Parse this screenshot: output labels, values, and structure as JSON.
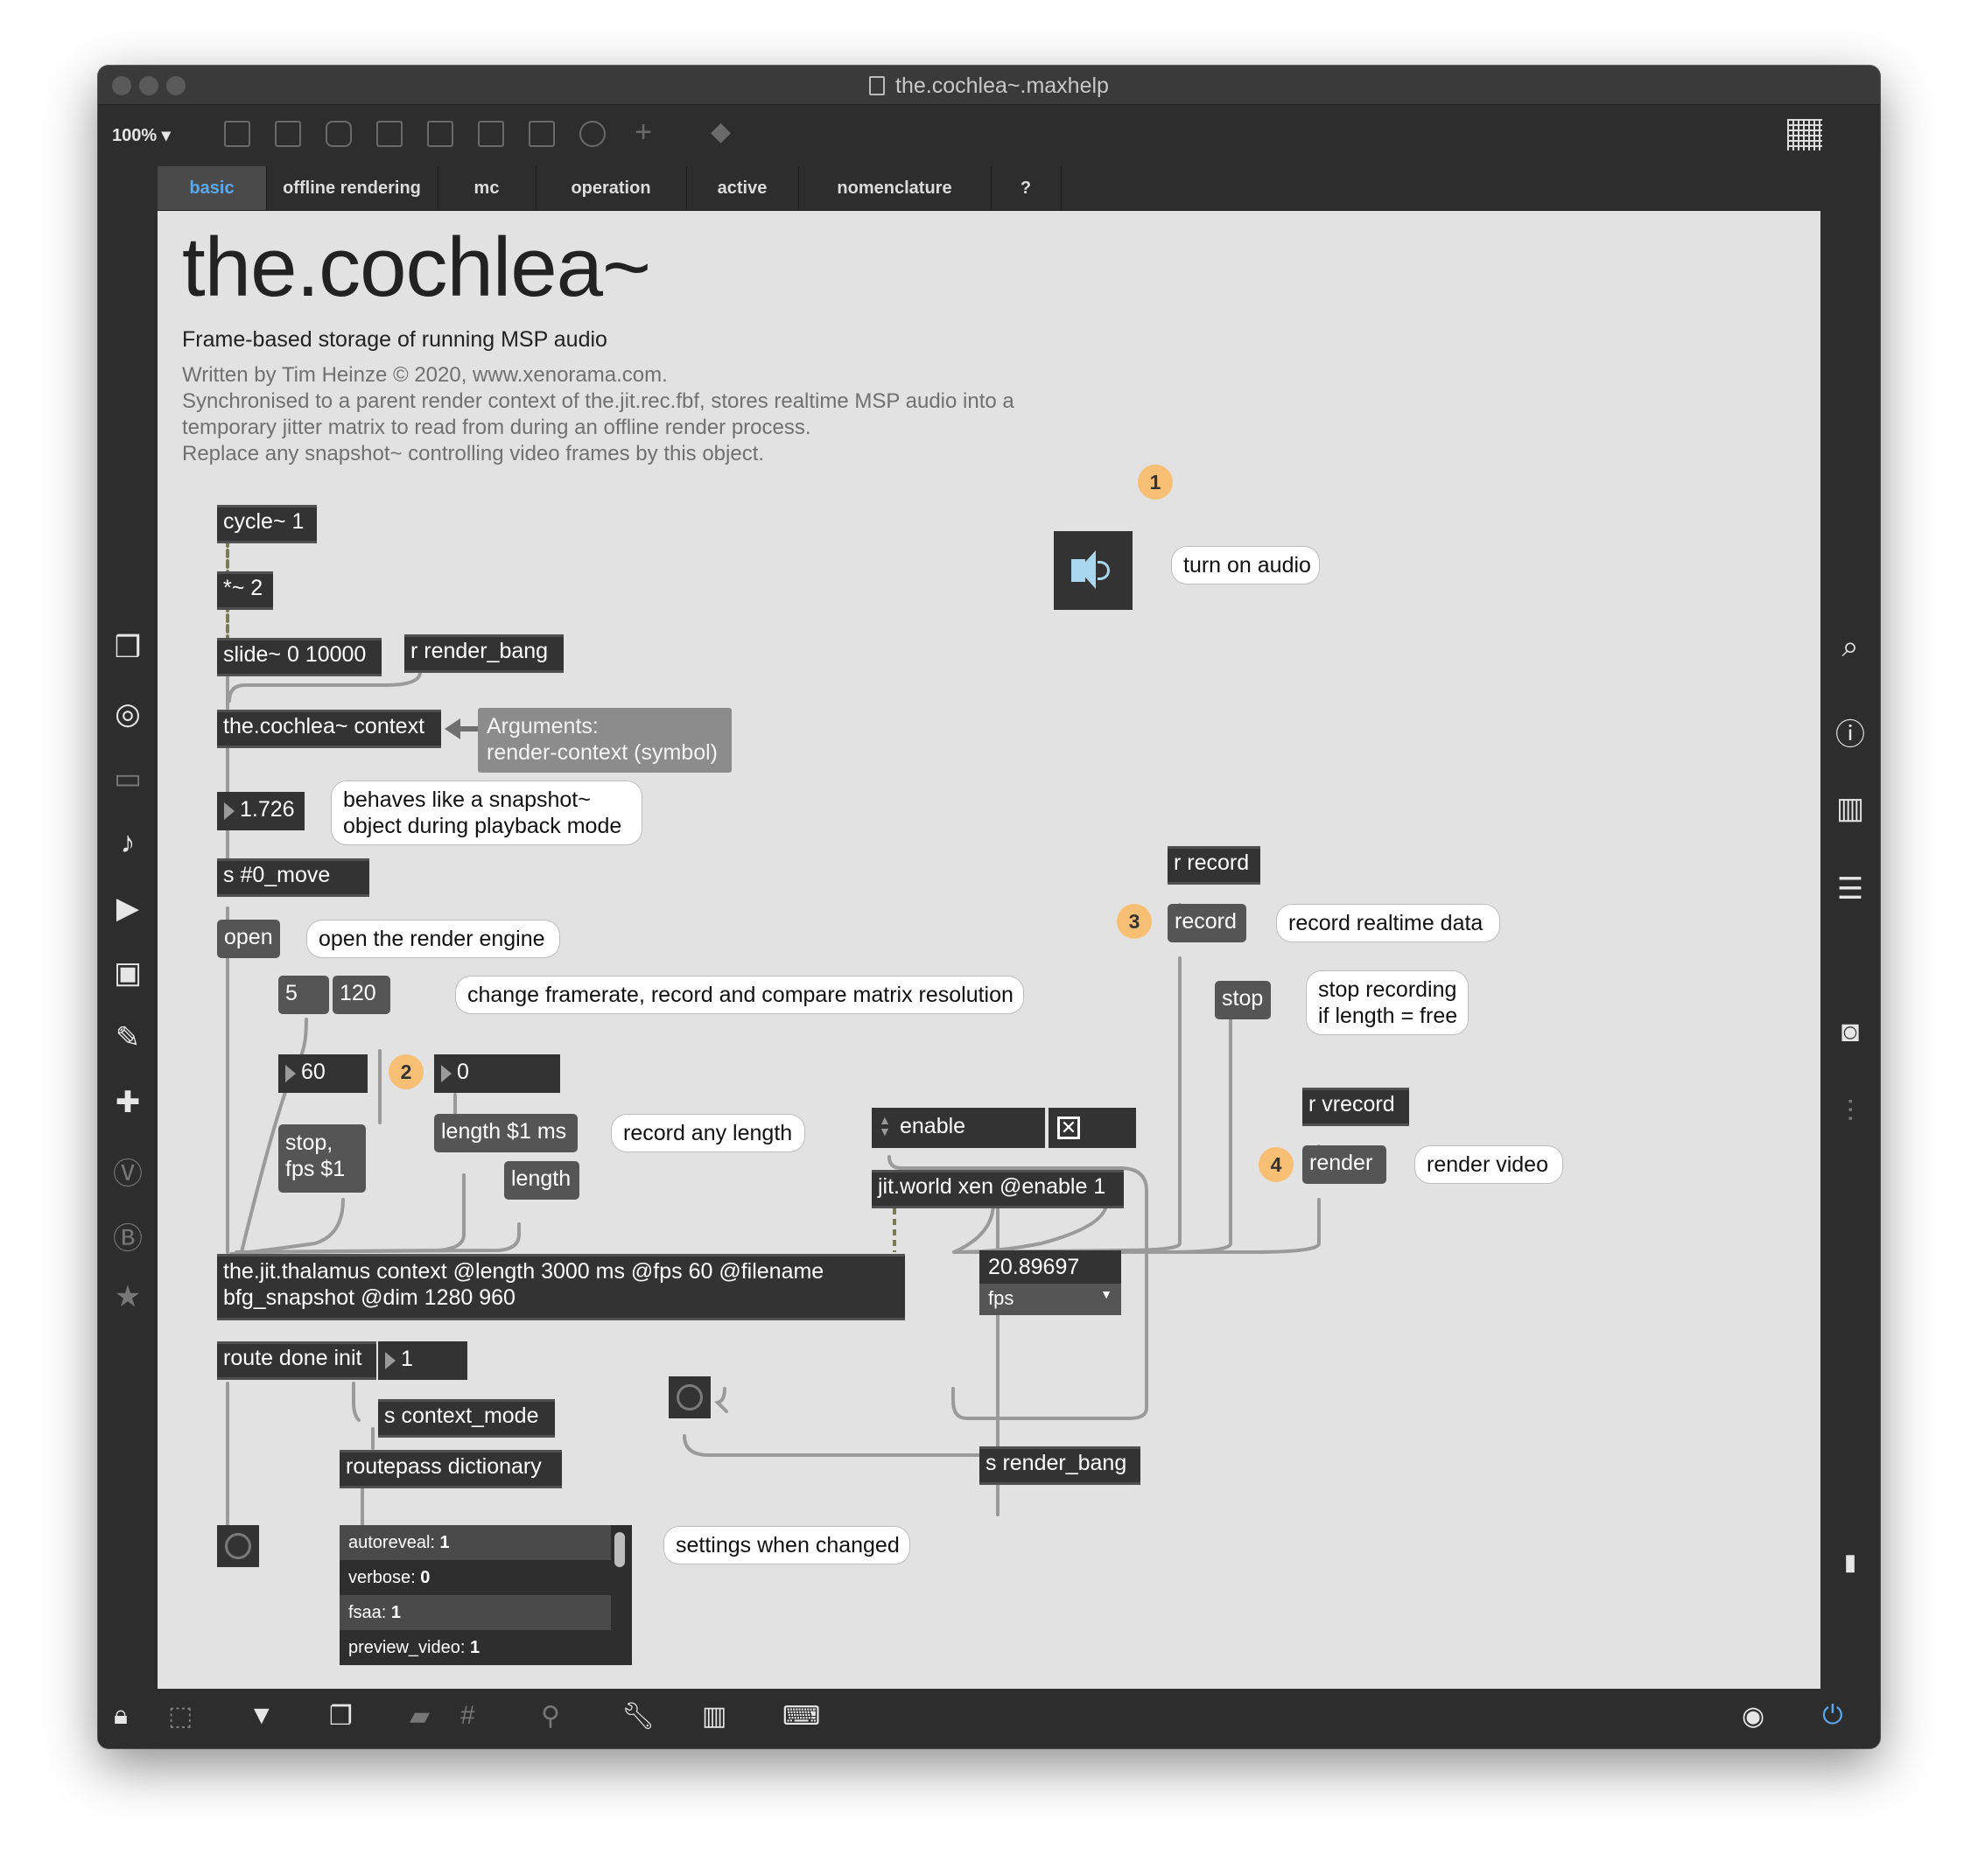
{
  "window": {
    "title": "the.cochlea~.maxhelp",
    "zoom": "100% ▾"
  },
  "tabs": [
    "basic",
    "offline rendering",
    "mc",
    "operation",
    "active",
    "nomenclature",
    "?"
  ],
  "header": {
    "title": "the.cochlea~",
    "subtitle": "Frame-based storage of running MSP audio",
    "description": "Written by Tim Heinze © 2020, www.xenorama.com.\nSynchronised to a parent render context of the.jit.rec.fbf, stores realtime MSP audio into a\ntemporary jitter matrix to read from during an offline render process.\nReplace any snapshot~ controlling video frames by this object."
  },
  "objects": {
    "cycle": "cycle~ 1",
    "mult": "*~ 2",
    "slide": "slide~ 0 10000",
    "r_render_bang": "r render_bang",
    "cochlea": "the.cochlea~ context",
    "s_move": "s #0_move",
    "thalamus": "the.jit.thalamus context @length 3000 ms @fps 60 @filename bfg_snapshot @dim 1280 960",
    "route": "route done init",
    "s_context_mode": "s context_mode",
    "routepass": "routepass dictionary",
    "jit_world": "jit.world xen @enable 1",
    "s_render_bang": "s render_bang",
    "r_record": "r record",
    "r_vrecord": "r vrecord"
  },
  "messages": {
    "open": "open",
    "m5": "5",
    "m120": "120",
    "stop_fps_1": "stop,",
    "stop_fps_2": "fps $1",
    "length_ms": "length $1 ms",
    "length": "length",
    "record": "record",
    "stop": "stop",
    "render": "render"
  },
  "numbers": {
    "snapshot_value": "1.726",
    "fps_num": "60",
    "length_num": "0",
    "context_num": "1",
    "fps_display": "20.89697",
    "fps_label": "fps"
  },
  "comments": {
    "arguments_1": "Arguments:",
    "arguments_2": "render-context (symbol)",
    "behaves_1": "behaves like a snapshot~",
    "behaves_2": "object during playback mode",
    "open_engine": "open the render engine",
    "change_fr": "change framerate, record and compare matrix resolution",
    "record_any": "record any length",
    "turn_on_audio": "turn on audio",
    "record_realtime": "record realtime data",
    "stop_rec_1": "stop recording",
    "stop_rec_2": "if length = free",
    "render_video": "render video",
    "settings_changed": "settings when changed"
  },
  "toggle": {
    "label": "enable"
  },
  "badges": [
    "1",
    "2",
    "3",
    "4"
  ],
  "dict_rows": [
    {
      "key": "autoreveal:",
      "value": "1"
    },
    {
      "key": "verbose:",
      "value": "0"
    },
    {
      "key": "fsaa:",
      "value": "1"
    },
    {
      "key": "preview_video:",
      "value": "1"
    }
  ],
  "colors": {
    "accent_tab": "#5aa9f0",
    "badge": "#f7bf73",
    "canvas": "#e2e2e2"
  }
}
